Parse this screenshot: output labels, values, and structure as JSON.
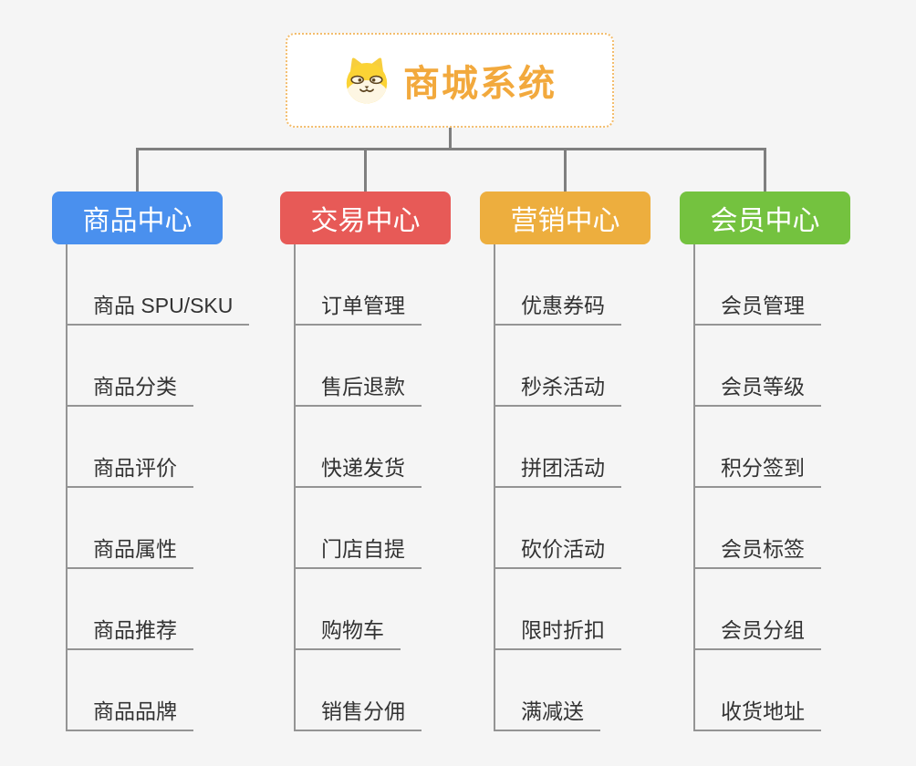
{
  "page": {
    "background": "#f5f5f5"
  },
  "connectors": {
    "tree_line_color": "#7f7f7f",
    "leaf_line_color": "#949494"
  },
  "root": {
    "title": "商城系统",
    "icon": "doge-icon",
    "text_color": "#f2a93d",
    "border_color": "#f3bd6d"
  },
  "branches": [
    {
      "label": "商品中心",
      "color": "#4a90ee",
      "children": [
        "商品 SPU/SKU",
        "商品分类",
        "商品评价",
        "商品属性",
        "商品推荐",
        "商品品牌"
      ]
    },
    {
      "label": "交易中心",
      "color": "#e75a57",
      "children": [
        "订单管理",
        "售后退款",
        "快递发货",
        "门店自提",
        "购物车",
        "销售分佣"
      ]
    },
    {
      "label": "营销中心",
      "color": "#edae3e",
      "children": [
        "优惠券码",
        "秒杀活动",
        "拼团活动",
        "砍价活动",
        "限时折扣",
        "满减送"
      ]
    },
    {
      "label": "会员中心",
      "color": "#74c23f",
      "children": [
        "会员管理",
        "会员等级",
        "积分签到",
        "会员标签",
        "会员分组",
        "收货地址"
      ]
    }
  ]
}
